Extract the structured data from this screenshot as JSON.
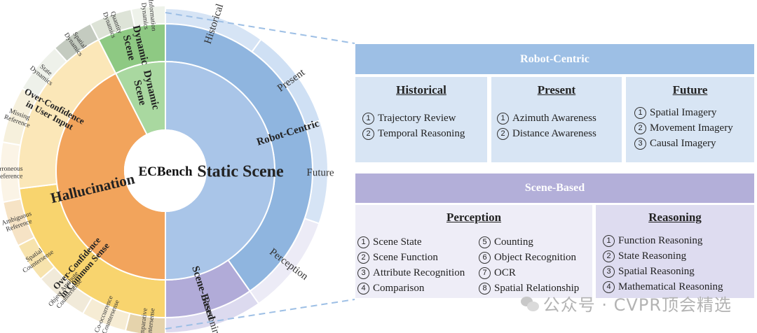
{
  "wheel": {
    "center": "ECBench",
    "inner": [
      {
        "label": "Static Scene",
        "color": "#a9c5e8"
      },
      {
        "label": "Hallucination",
        "color": "#f2a45c"
      },
      {
        "label": "Dynamic Scene",
        "color": "#a9d8a0"
      }
    ],
    "middle": [
      {
        "label": "Robot-Centric",
        "color": "#8fb5df"
      },
      {
        "label": "Scene-Based",
        "color": "#b1abd8"
      },
      {
        "label": "Over-Confidence in Common Sense",
        "color": "#f8d46e"
      },
      {
        "label": "Over-Confidence in User Input",
        "color": "#fbe7b8"
      },
      {
        "label": "Dynamic Scene",
        "color": "#8ec983"
      }
    ],
    "outer": [
      {
        "label": "Historical",
        "color": "#d6e4f5"
      },
      {
        "label": "Present",
        "color": "#cfe0f4"
      },
      {
        "label": "Future",
        "color": "#d6e4f5"
      },
      {
        "label": "Perception",
        "color": "#ecebf6"
      },
      {
        "label": "Reasoning",
        "color": "#dcdaef"
      },
      {
        "label": "Comparative Countersense",
        "color": "#e5d3ac"
      },
      {
        "label": "Co-occurrence Countersense",
        "color": "#f6ecd4"
      },
      {
        "label": "Object Attribute Countersense",
        "color": "#f1ead9"
      },
      {
        "label": "Spatial Countersense",
        "color": "#f7e3ad"
      },
      {
        "label": "Ambiguous Reference",
        "color": "#f6e3c5"
      },
      {
        "label": "Erroneous Reference",
        "color": "#fbf4e6"
      },
      {
        "label": "Missing Reference",
        "color": "#f6f0dc"
      },
      {
        "label": "State Dynamics",
        "color": "#eef1ea"
      },
      {
        "label": "Spatial Dynamics",
        "color": "#c4cbc0"
      },
      {
        "label": "Quantity Dynamics",
        "color": "#dde3d7"
      },
      {
        "label": "Information Dynamics",
        "color": "#eef2ea"
      }
    ]
  },
  "robot": {
    "header": "Robot-Centric",
    "header_color": "#9dbfe5",
    "card_color": "#d8e5f4",
    "cards": [
      {
        "title": "Historical",
        "items": [
          {
            "n": "1",
            "t": "Trajectory Review"
          },
          {
            "n": "2",
            "t": "Temporal Reasoning"
          }
        ]
      },
      {
        "title": "Present",
        "items": [
          {
            "n": "1",
            "t": "Azimuth Awareness"
          },
          {
            "n": "2",
            "t": "Distance Awareness"
          }
        ]
      },
      {
        "title": "Future",
        "items": [
          {
            "n": "1",
            "t": "Spatial Imagery"
          },
          {
            "n": "2",
            "t": "Movement Imagery"
          },
          {
            "n": "3",
            "t": "Causal Imagery"
          }
        ]
      }
    ]
  },
  "scene": {
    "header": "Scene-Based",
    "header_color": "#b3afd9",
    "perception_color": "#eeedf7",
    "reasoning_color": "#dedcf0",
    "perception": {
      "title": "Perception",
      "left": [
        {
          "n": "1",
          "t": "Scene State"
        },
        {
          "n": "2",
          "t": "Scene Function"
        },
        {
          "n": "3",
          "t": "Attribute Recognition"
        },
        {
          "n": "4",
          "t": "Comparison"
        }
      ],
      "right": [
        {
          "n": "5",
          "t": "Counting"
        },
        {
          "n": "6",
          "t": "Object Recognition"
        },
        {
          "n": "7",
          "t": "OCR"
        },
        {
          "n": "8",
          "t": "Spatial Relationship"
        }
      ]
    },
    "reasoning": {
      "title": "Reasoning",
      "items": [
        {
          "n": "1",
          "t": "Function Reasoning"
        },
        {
          "n": "2",
          "t": "State Reasoning"
        },
        {
          "n": "3",
          "t": "Spatial Reasoning"
        },
        {
          "n": "4",
          "t": "Mathematical Reasoning"
        }
      ]
    }
  },
  "watermark": "公众号 · CVPR顶会精选"
}
